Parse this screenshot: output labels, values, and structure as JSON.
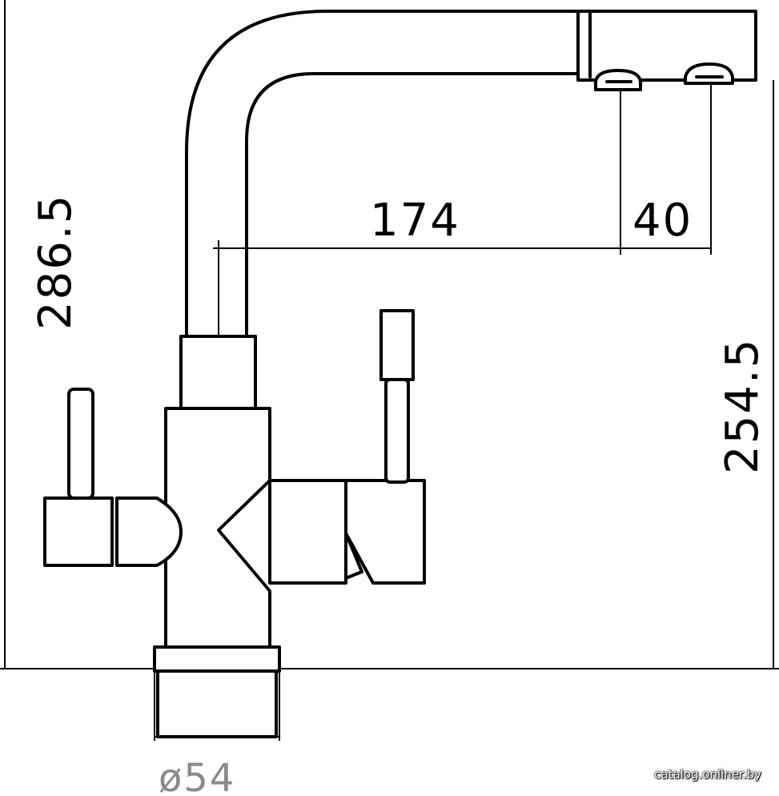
{
  "dimensions": {
    "total_height": "286.5",
    "spout_height": "254.5",
    "spout_reach": "174",
    "outlet_spacing": "40",
    "base_diameter": "ø54"
  },
  "watermark": "catalog.onliner.by"
}
